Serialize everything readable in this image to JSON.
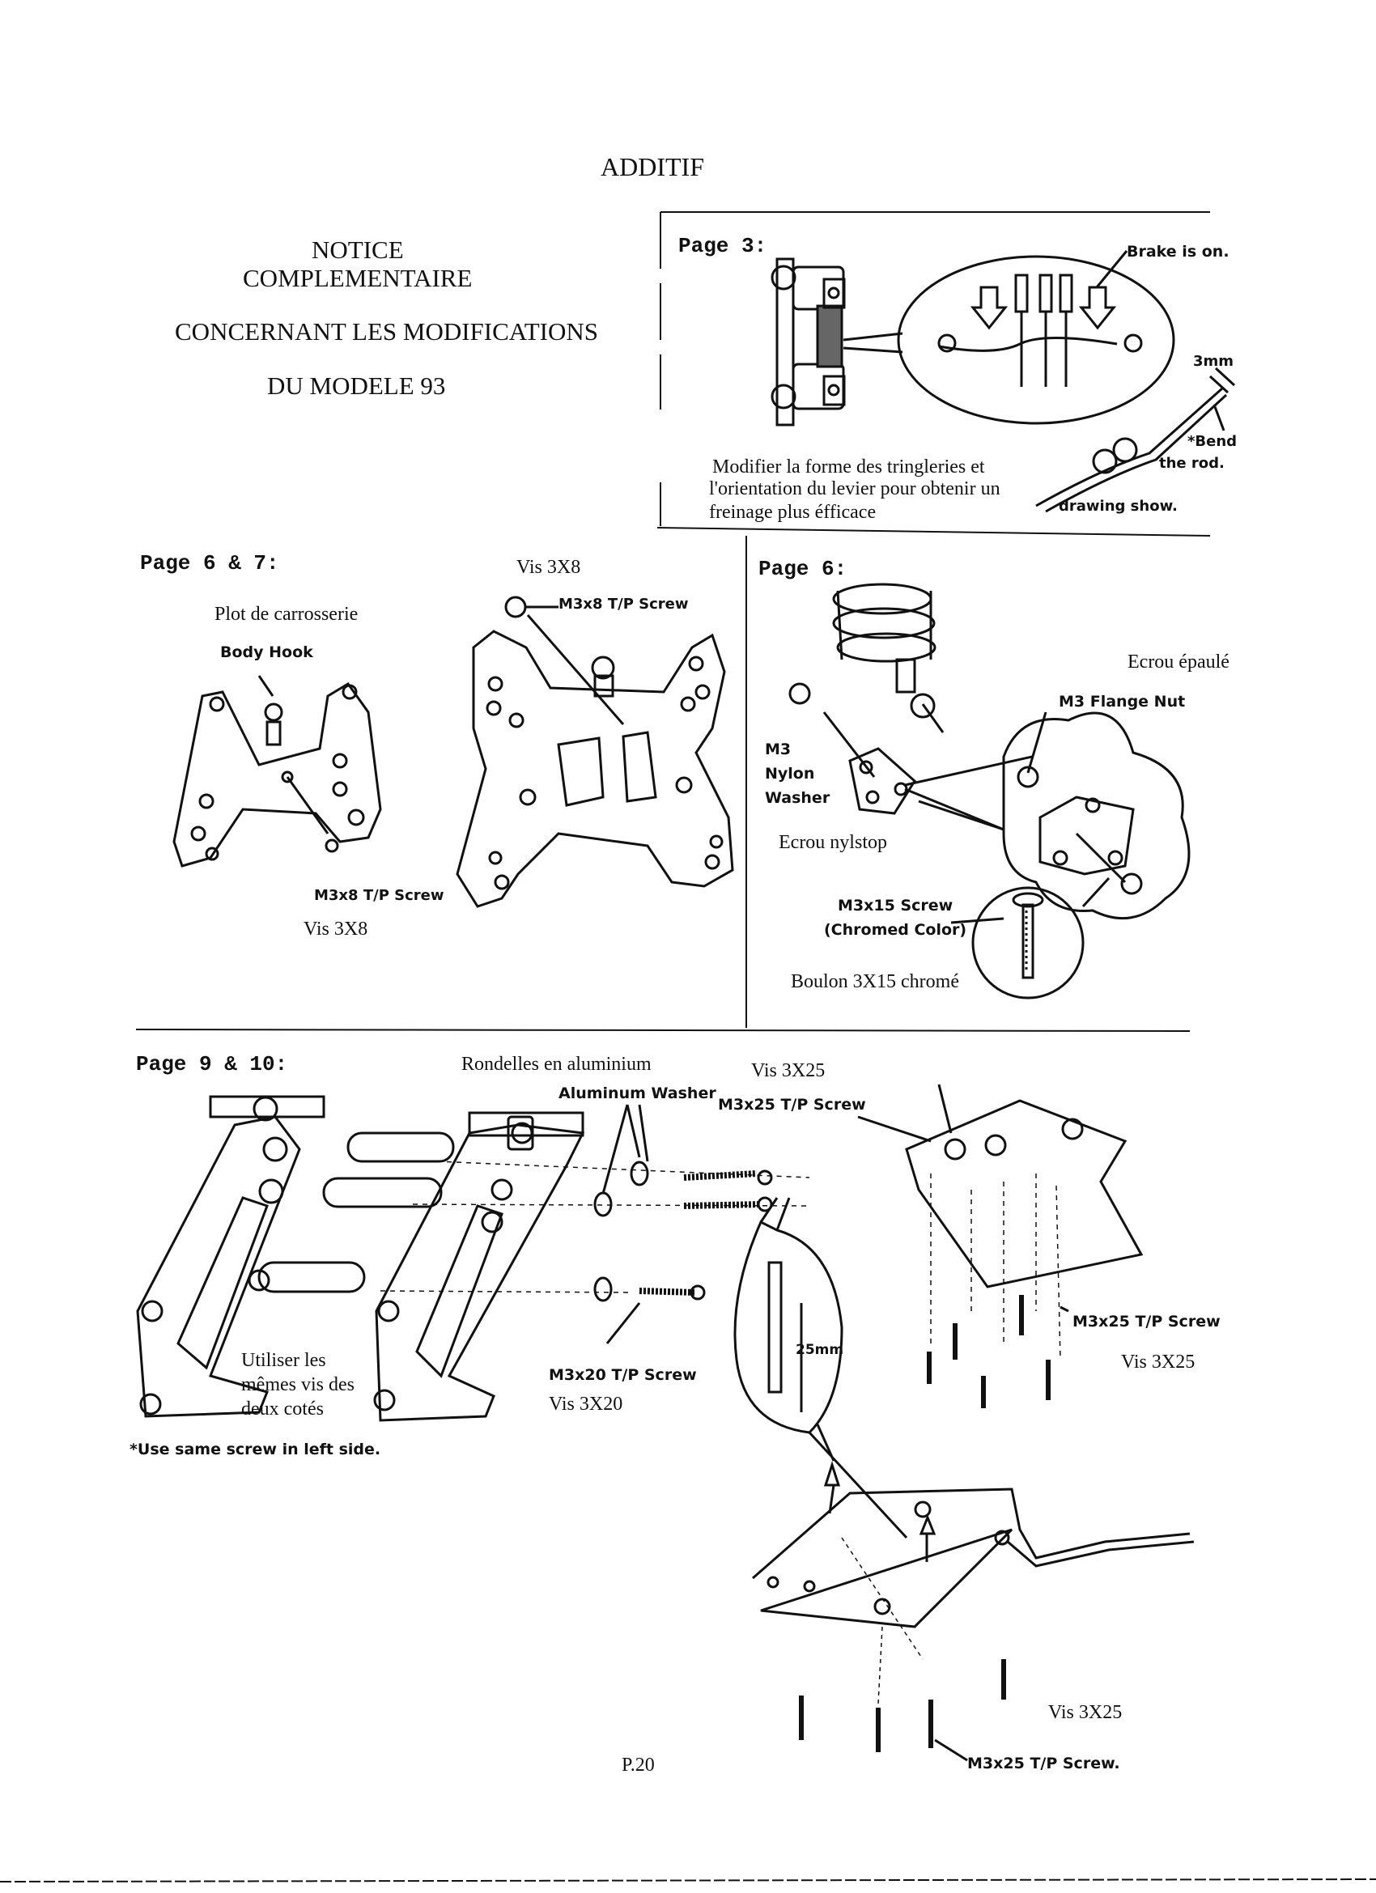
{
  "header": {
    "title": "ADDITIF"
  },
  "intro": {
    "line1": "NOTICE",
    "line2": "COMPLEMENTAIRE",
    "line3": "CONCERNANT LES MODIFICATIONS",
    "line4": "DU MODELE 93"
  },
  "page3": {
    "heading": "Page 3:",
    "brake_label": "Brake is on.",
    "gap_label": "3mm",
    "bend_label_1": "*Bend",
    "bend_label_2": "the rod.",
    "drawing_label": "drawing show.",
    "note_line1": "Modifier la forme des tringleries et",
    "note_line2": "l'orientation du levier pour obtenir un",
    "note_line3": "freinage plus éfficace"
  },
  "page67": {
    "heading": "Page 6 & 7:",
    "vis_top": "Vis 3X8",
    "screw_top": "M3x8 T/P Screw",
    "plot_label": "Plot de carrosserie",
    "body_hook": "Body Hook",
    "screw_bottom": "M3x8 T/P Screw",
    "vis_bottom": "Vis 3X8"
  },
  "page6": {
    "heading": "Page 6:",
    "ecrou_epaule": "Ecrou épaulé",
    "flange_nut": "M3 Flange Nut",
    "nylon_1": "M3",
    "nylon_2": "Nylon",
    "nylon_3": "Washer",
    "ecrou_nylstop": "Ecrou nylstop",
    "screw_1": "M3x15 Screw",
    "screw_2": "(Chromed Color)",
    "boulon": "Boulon 3X15 chromé"
  },
  "page910": {
    "heading": "Page 9 & 10:",
    "rondelles": "Rondelles en aluminium",
    "alu_washer": "Aluminum Washer",
    "vis_3x25_top": "Vis 3X25",
    "screw_3x25_top": "M3x25 T/P Screw",
    "utiliser_1": "Utiliser les",
    "utiliser_2": "mêmes vis des",
    "utiliser_3": "deux cotés",
    "same_screw": "*Use same screw in left side.",
    "screw_3x20": "M3x20 T/P Screw",
    "vis_3x20": "Vis 3X20",
    "dim_25": "25mm",
    "screw_3x25_right": "M3x25 T/P Screw",
    "vis_3x25_right": "Vis 3X25",
    "vis_3x25_bottom": "Vis 3X25",
    "screw_3x25_bottom": "M3x25 T/P Screw."
  },
  "footer": {
    "page_number": "P.20"
  }
}
